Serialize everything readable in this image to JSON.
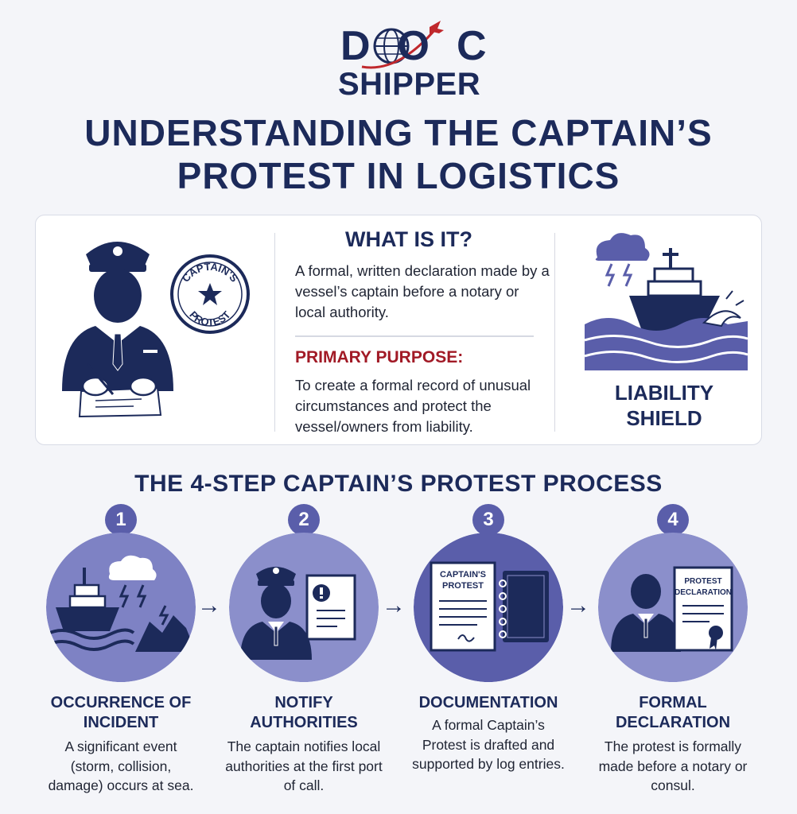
{
  "logo": {
    "line1": "DOC",
    "line2": "SHIPPER"
  },
  "title": "UNDERSTANDING THE CAPTAIN’S\nPROTEST IN LOGISTICS",
  "info": {
    "seal_top": "CAPTAIN'S",
    "seal_bottom": "PROTEST",
    "what_title": "WHAT IS IT?",
    "what_text": "A formal, written declaration made by a vessel’s captain before a notary or local authority.",
    "purpose_title": "PRIMARY PURPOSE:",
    "purpose_text": "To create a formal record of unusual circumstances and protect the vessel/owners from liability.",
    "shield_label": "LIABILITY SHIELD"
  },
  "process": {
    "title": "THE 4-STEP CAPTAIN’S PROTEST PROCESS",
    "steps": [
      {
        "num": "1",
        "title": "OCCURRENCE OF\nINCIDENT",
        "desc": "A significant event (storm, collision, damage) occurs at sea."
      },
      {
        "num": "2",
        "title": "NOTIFY\nAUTHORITIES",
        "desc": "The captain notifies local authorities at the first port of call."
      },
      {
        "num": "3",
        "title": "DOCUMENTATION",
        "desc": "A formal Captain’s Protest is drafted and supported by log entries.",
        "doc_line1": "CAPTAIN'S",
        "doc_line2": "PROTEST"
      },
      {
        "num": "4",
        "title": "FORMAL\nDECLARATION",
        "desc": "The protest is formally made before a notary or consul.",
        "doc_line1": "PROTEST",
        "doc_line2": "DECLARATION"
      }
    ]
  },
  "colors": {
    "navy": "#1c2a5a",
    "accent": "#5a5eaa",
    "red": "#a11a26",
    "circle_fill": "#7e82c4"
  }
}
